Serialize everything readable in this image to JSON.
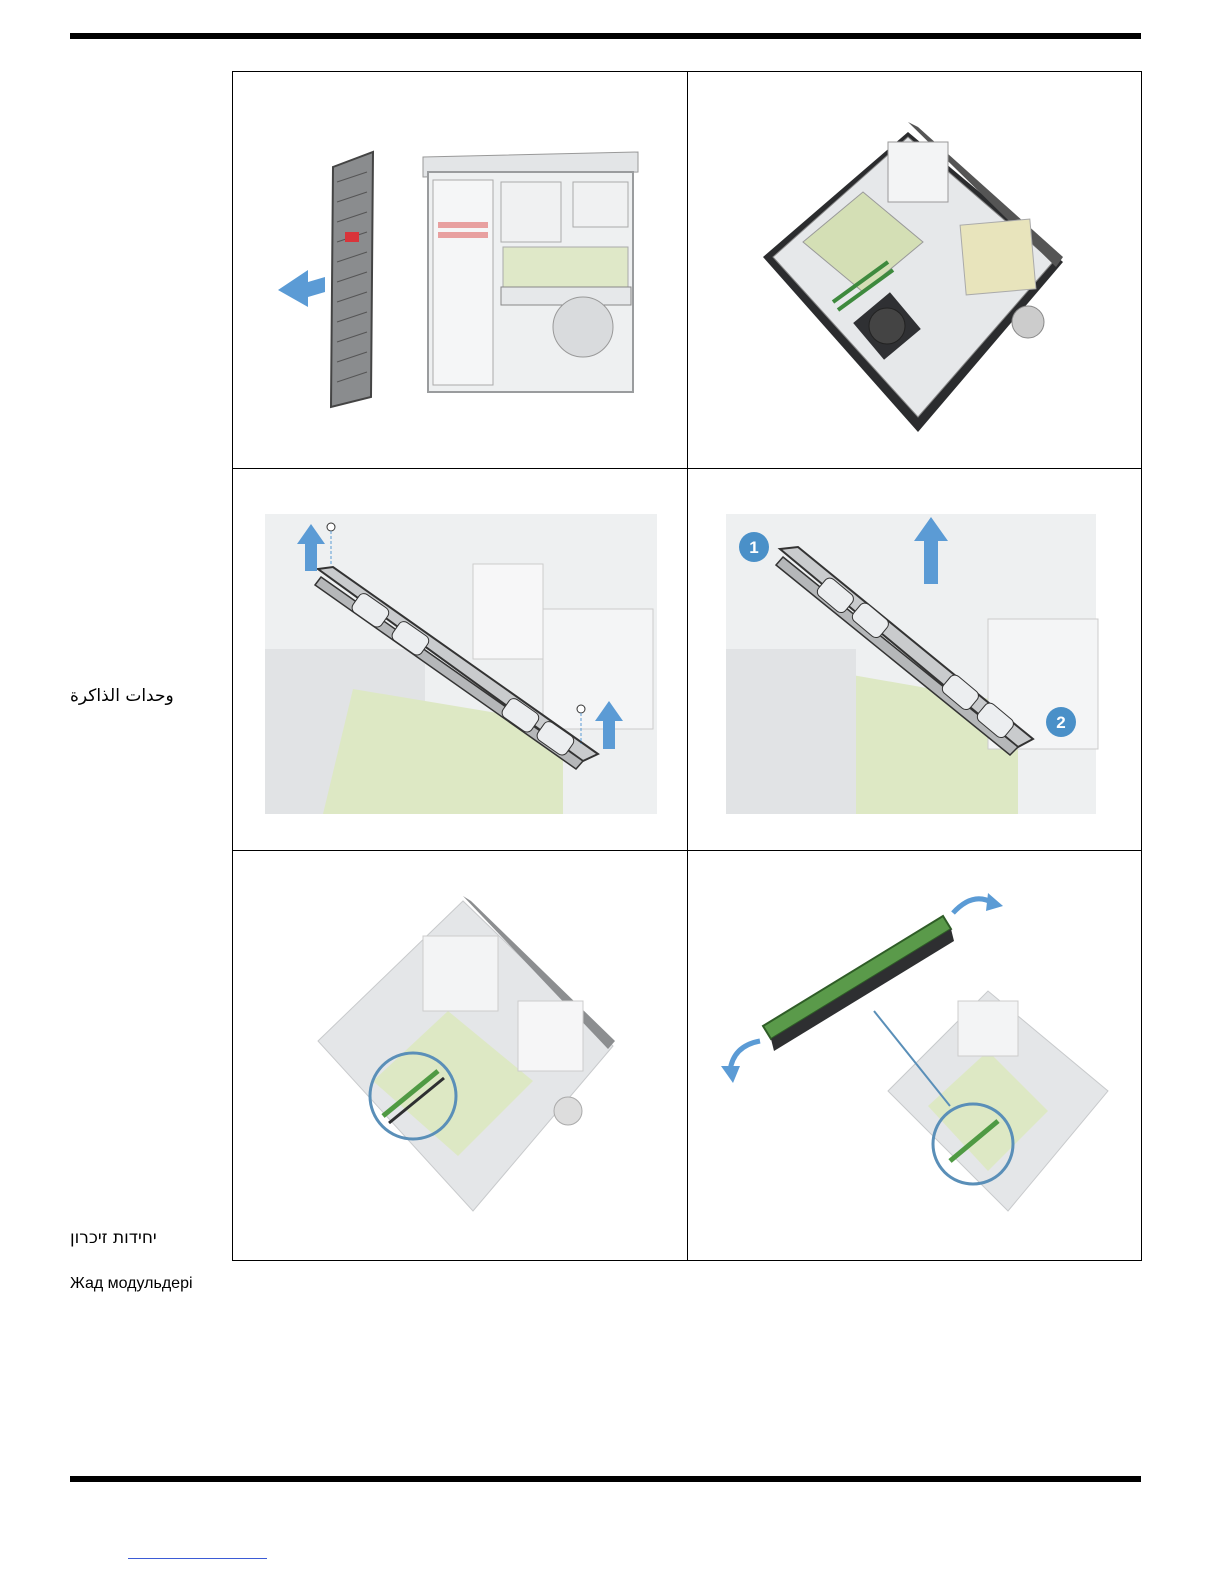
{
  "labels": {
    "arabic": "وحدات الذاكرة",
    "hebrew": "יחידות זיכרון",
    "kazakh": "Жад модульдері"
  },
  "figures": {
    "step_markers": [
      "1",
      "2"
    ]
  },
  "colors": {
    "arrow_blue": "#5b9bd5",
    "marker_blue": "#4a90c8",
    "ram_green": "#5a9a4a",
    "board_green": "#c8dba0",
    "case_gray": "#d8dadc",
    "rule_black": "#000000"
  }
}
